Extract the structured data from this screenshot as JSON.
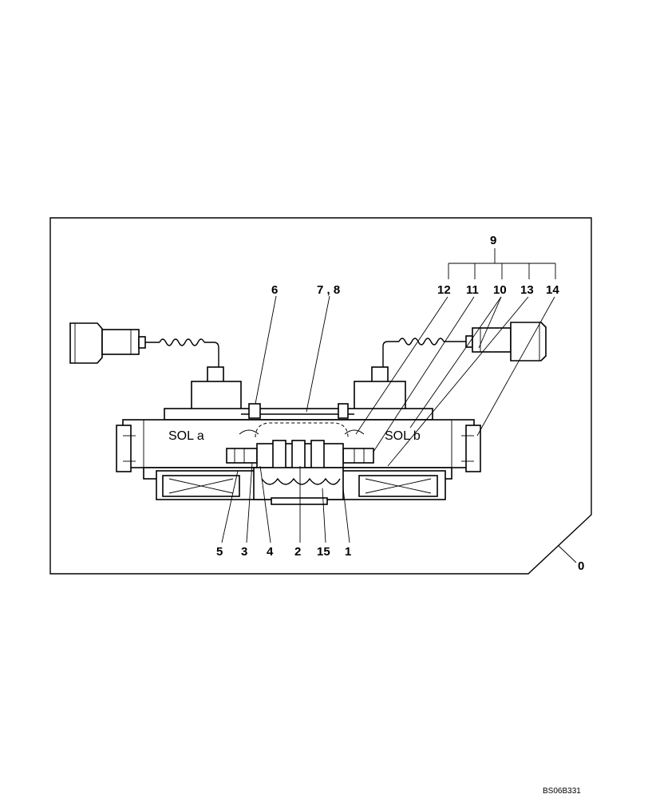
{
  "callouts": {
    "c0": "0",
    "c1": "1",
    "c2": "2",
    "c3": "3",
    "c4": "4",
    "c5": "5",
    "c6": "6",
    "c78": "7 , 8",
    "c9": "9",
    "c10": "10",
    "c11": "11",
    "c12": "12",
    "c13": "13",
    "c14": "14",
    "c15": "15"
  },
  "solenoids": {
    "left": "SOL a",
    "right": "SOL b"
  },
  "drawing_code": "BS06B331"
}
